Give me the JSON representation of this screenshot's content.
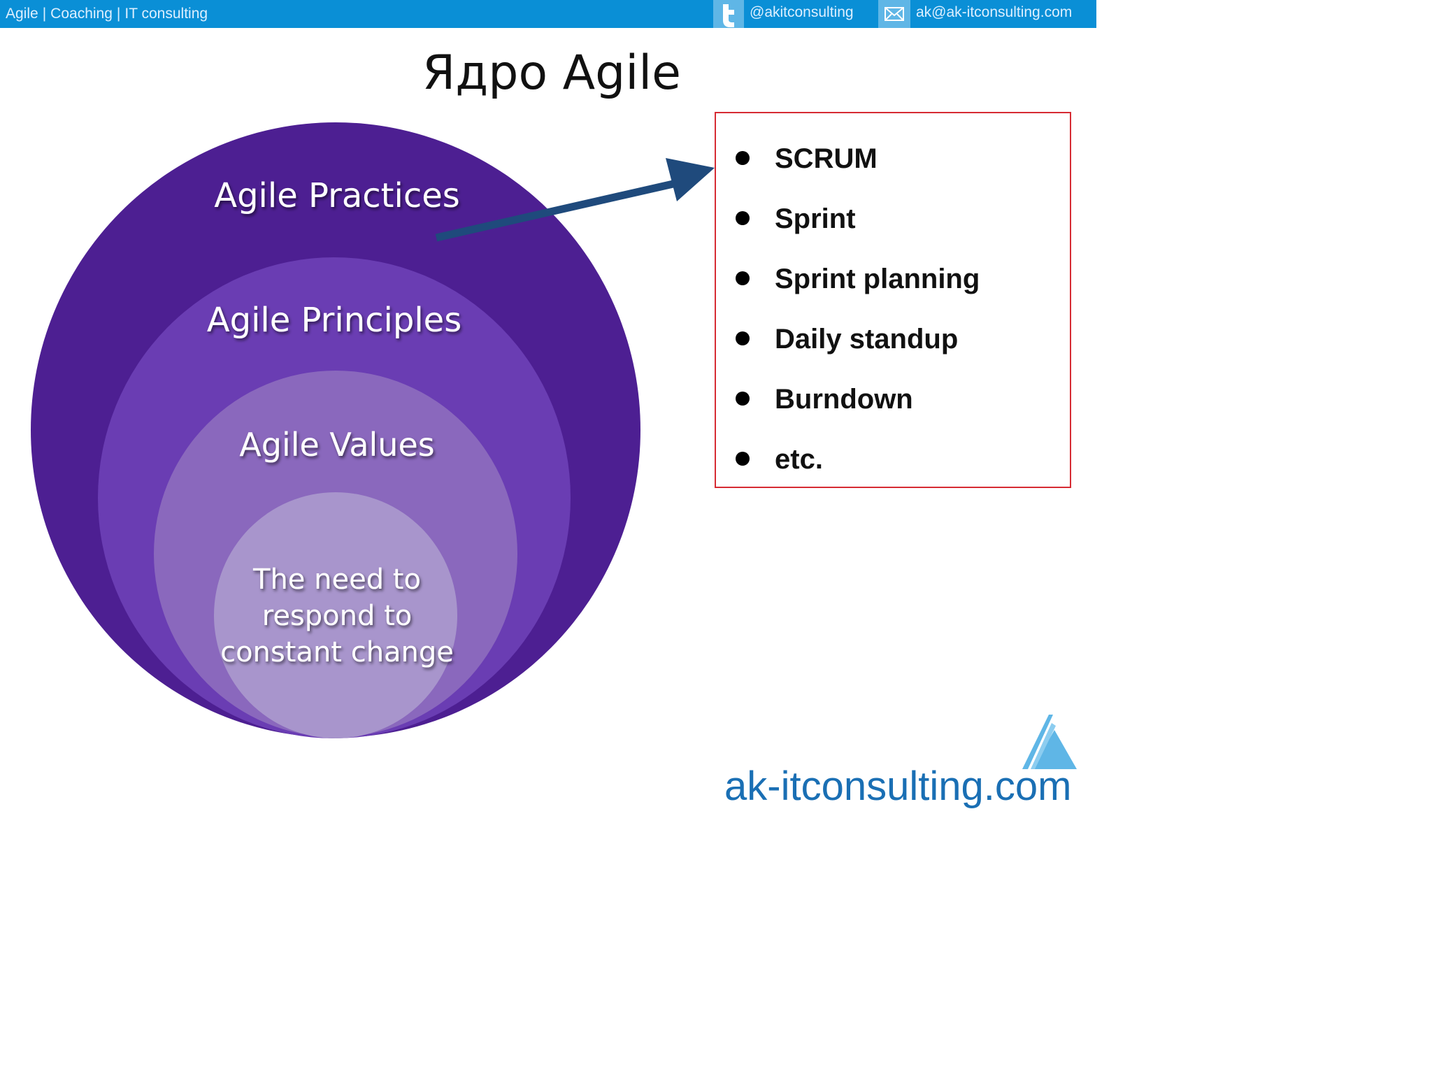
{
  "header": {
    "tagline_parts": [
      "Agile",
      "Coaching",
      "IT consulting"
    ],
    "separator": "|",
    "twitter_icon": "twitter-icon",
    "twitter_handle": "@akitconsulting",
    "mail_icon": "mail-icon",
    "email": "ak@ak-itconsulting.com",
    "bar_color": "#0a8fd6"
  },
  "title": "Ядро Agile",
  "diagram": {
    "rings": [
      {
        "label_lines": [
          "Agile Practices"
        ],
        "color": "#4d1f92"
      },
      {
        "label_lines": [
          "Agile Principles"
        ],
        "color": "#6a3db3"
      },
      {
        "label_lines": [
          "Agile Values"
        ],
        "color": "#8a68bd"
      },
      {
        "label_lines": [
          "The need to",
          "respond to",
          "constant change"
        ],
        "color": "#a895cc"
      }
    ],
    "arrow_color": "#1f4a7c"
  },
  "practices_list": {
    "border_color": "#d62b33",
    "items": [
      "SCRUM",
      "Sprint",
      "Sprint planning",
      "Daily standup",
      "Burndown",
      "etc."
    ]
  },
  "footer": {
    "logo_icon": "triangle-logo-icon",
    "site": "ak-itconsulting.com"
  }
}
